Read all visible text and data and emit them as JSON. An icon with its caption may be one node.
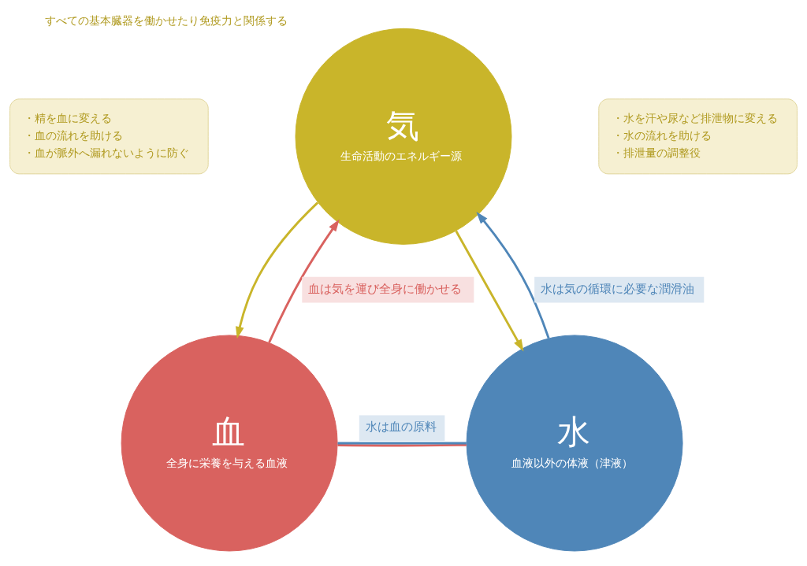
{
  "diagram": {
    "nodes": [
      {
        "text": [
          "気",
          "生命活動のエネルギー源"
        ],
        "beside": [
          "すべての基本臓器を働かせたり免疫力と関係する"
        ]
      },
      {
        "text": [
          "血",
          "全身に栄養を与える血液"
        ]
      },
      {
        "text": [
          "水",
          "血液以外の体液（津液）"
        ]
      },
      {
        "text": [
          "・精を血に変える",
          "・血の流れを助ける",
          "・血が脈外へ漏れないように防ぐ"
        ]
      },
      {
        "text": [
          "・水を汗や尿など排泄物に変える",
          "・水の流れを助ける",
          "・排泄量の調整役"
        ]
      }
    ],
    "edges": [
      {
        "from": 0,
        "to": 1,
        "arrow": "to",
        "color": "#c9b52a"
      },
      {
        "from": 1,
        "to": 0,
        "arrow": "to",
        "color": "#d9625f",
        "label": "血は気を運び全身に働かせる"
      },
      {
        "from": 0,
        "to": 2,
        "arrow": "to",
        "color": "#c9b52a"
      },
      {
        "from": 2,
        "to": 0,
        "arrow": "to",
        "color": "#4f86b8",
        "label": "水は気の循環に必要な潤滑油"
      },
      {
        "from": 2,
        "to": 1,
        "arrow": "none",
        "color": "#4f86b8",
        "label": "水は血の原料"
      },
      {
        "from": 1,
        "to": 2,
        "arrow": "none",
        "color": "#d9625f"
      }
    ]
  }
}
